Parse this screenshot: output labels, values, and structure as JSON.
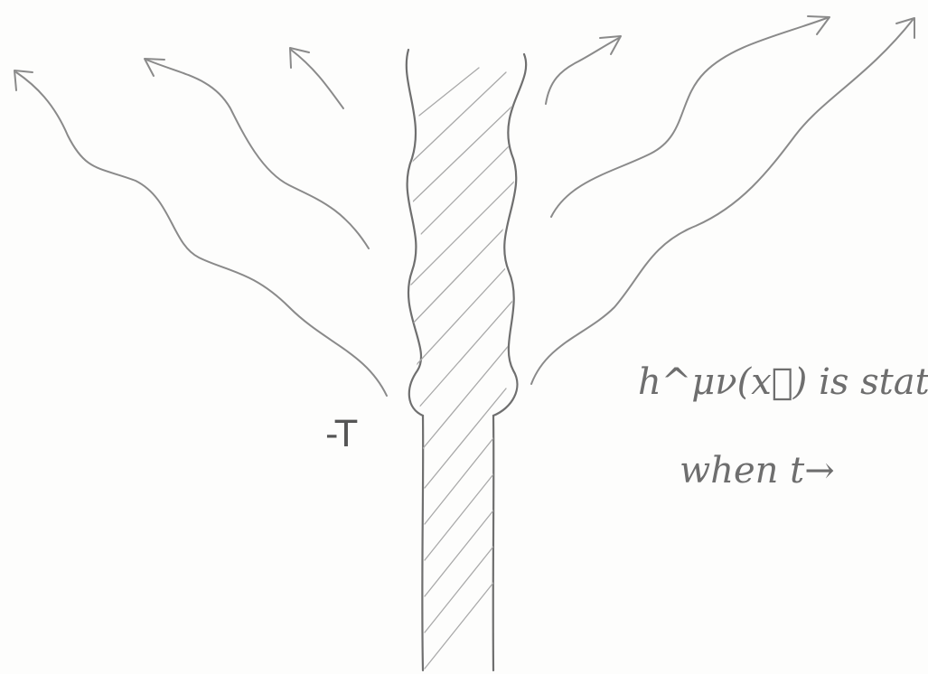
{
  "diagram": {
    "time_label": "-T",
    "note_line_1": "h^μν(x⃗) is stat",
    "note_line_2": "when t→"
  },
  "colors": {
    "ink": "#8a8a8a",
    "ink_dark": "#6f6f6f",
    "hatch": "#a9a9a9",
    "paper": "#fdfdfc"
  }
}
